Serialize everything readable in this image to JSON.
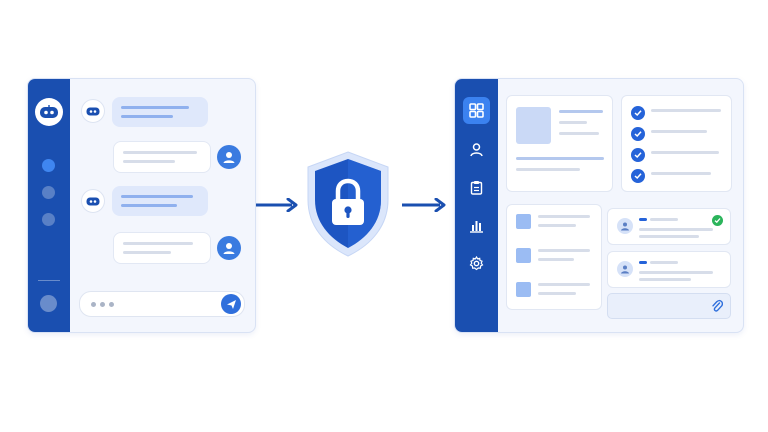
{
  "colors": {
    "brand_blue": "#1a4fb0",
    "accent_blue": "#2f6fdc",
    "bubble_bot": "#dfe8fb",
    "check_blue": "#2563d9",
    "status_green": "#2bb45b",
    "panel_bg": "#f3f6fd"
  },
  "chat_window": {
    "rail_icons": [
      "robot-icon",
      "nav-dot",
      "nav-dot",
      "nav-dot",
      "settings-dot"
    ],
    "messages": [
      {
        "sender": "bot",
        "icon": "robot-icon"
      },
      {
        "sender": "user",
        "icon": "user-icon"
      },
      {
        "sender": "bot",
        "icon": "robot-icon"
      },
      {
        "sender": "user",
        "icon": "user-icon"
      }
    ],
    "composer": {
      "typing_indicator": "three-dots",
      "send_icon": "send-icon"
    }
  },
  "center": {
    "left_arrow_icon": "arrow-right-icon",
    "shield_icon": "shield-lock-icon",
    "right_arrow_icon": "arrow-right-icon"
  },
  "dashboard": {
    "nav_icons": [
      "grid-icon",
      "user-icon",
      "clipboard-icon",
      "bar-chart-icon",
      "gear-icon"
    ],
    "active_nav": "grid-icon",
    "checklist_items": 4,
    "list_items": 3,
    "status_items": [
      "approved",
      "pending"
    ],
    "attachment_icon": "paperclip-icon"
  }
}
